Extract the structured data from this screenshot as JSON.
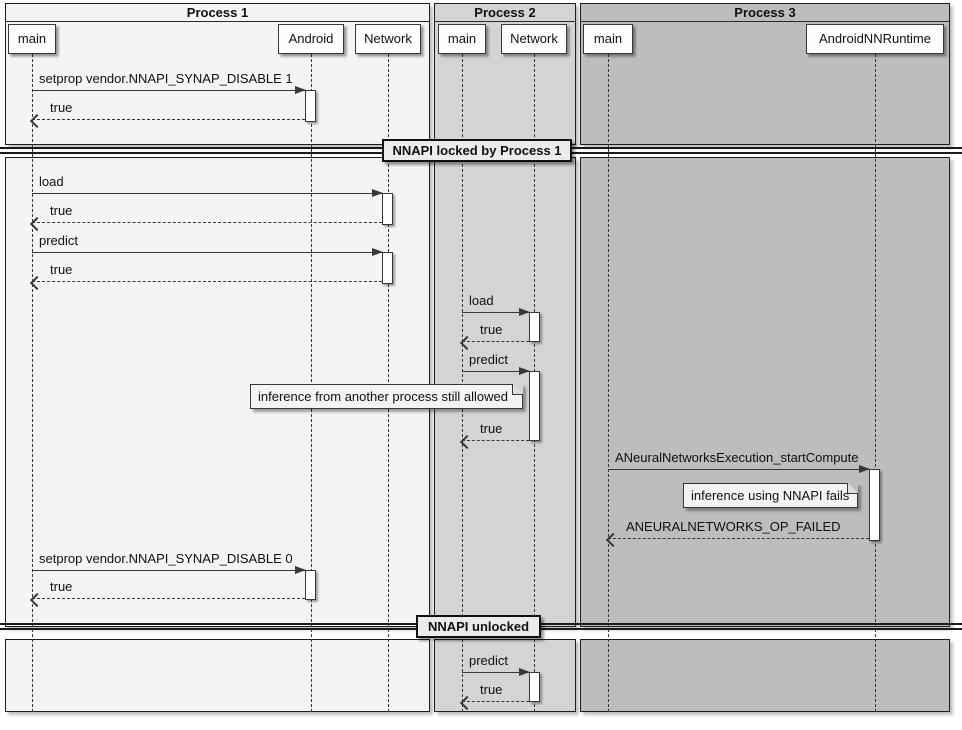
{
  "diagram": {
    "type": "sequence-diagram",
    "processes": [
      {
        "title": "Process 1",
        "participants": [
          "main",
          "Android",
          "Network"
        ]
      },
      {
        "title": "Process 2",
        "participants": [
          "main",
          "Network"
        ]
      },
      {
        "title": "Process 3",
        "participants": [
          "main",
          "AndroidNNRuntime"
        ]
      }
    ],
    "dividers": [
      {
        "label": "NNAPI locked by Process 1"
      },
      {
        "label": "NNAPI unlocked"
      }
    ],
    "messages": [
      {
        "label": "setprop vendor.NNAPI_SYNAP_DISABLE 1",
        "from": "Process 1 / main",
        "to": "Process 1 / Android",
        "kind": "call"
      },
      {
        "label": "true",
        "from": "Process 1 / Android",
        "to": "Process 1 / main",
        "kind": "return"
      },
      {
        "label": "load",
        "from": "Process 1 / main",
        "to": "Process 1 / Network",
        "kind": "call"
      },
      {
        "label": "true",
        "from": "Process 1 / Network",
        "to": "Process 1 / main",
        "kind": "return"
      },
      {
        "label": "predict",
        "from": "Process 1 / main",
        "to": "Process 1 / Network",
        "kind": "call"
      },
      {
        "label": "true",
        "from": "Process 1 / Network",
        "to": "Process 1 / main",
        "kind": "return"
      },
      {
        "label": "load",
        "from": "Process 2 / main",
        "to": "Process 2 / Network",
        "kind": "call"
      },
      {
        "label": "true",
        "from": "Process 2 / Network",
        "to": "Process 2 / main",
        "kind": "return"
      },
      {
        "label": "predict",
        "from": "Process 2 / main",
        "to": "Process 2 / Network",
        "kind": "call"
      },
      {
        "label": "true",
        "from": "Process 2 / Network",
        "to": "Process 2 / main",
        "kind": "return"
      },
      {
        "label": "ANeuralNetworksExecution_startCompute",
        "from": "Process 3 / main",
        "to": "Process 3 / AndroidNNRuntime",
        "kind": "call"
      },
      {
        "label": "ANEURALNETWORKS_OP_FAILED",
        "from": "Process 3 / AndroidNNRuntime",
        "to": "Process 3 / main",
        "kind": "return"
      },
      {
        "label": "setprop vendor.NNAPI_SYNAP_DISABLE 0",
        "from": "Process 1 / main",
        "to": "Process 1 / Android",
        "kind": "call"
      },
      {
        "label": "true",
        "from": "Process 1 / Android",
        "to": "Process 1 / main",
        "kind": "return"
      },
      {
        "label": "predict",
        "from": "Process 2 / main",
        "to": "Process 2 / Network",
        "kind": "call"
      },
      {
        "label": "true",
        "from": "Process 2 / Network",
        "to": "Process 2 / main",
        "kind": "return"
      }
    ],
    "notes": [
      {
        "text": "inference from another process still allowed"
      },
      {
        "text": "inference using NNAPI fails"
      }
    ],
    "colors": {
      "process1_bg": "#f4f4f4",
      "process2_bg": "#d4d4d4",
      "process3_bg": "#bdbdbd",
      "line": "#383838",
      "participant_bg": "#fefefe",
      "note_bg": "#f3f3f3",
      "divider_box_bg": "#ebebeb"
    }
  }
}
